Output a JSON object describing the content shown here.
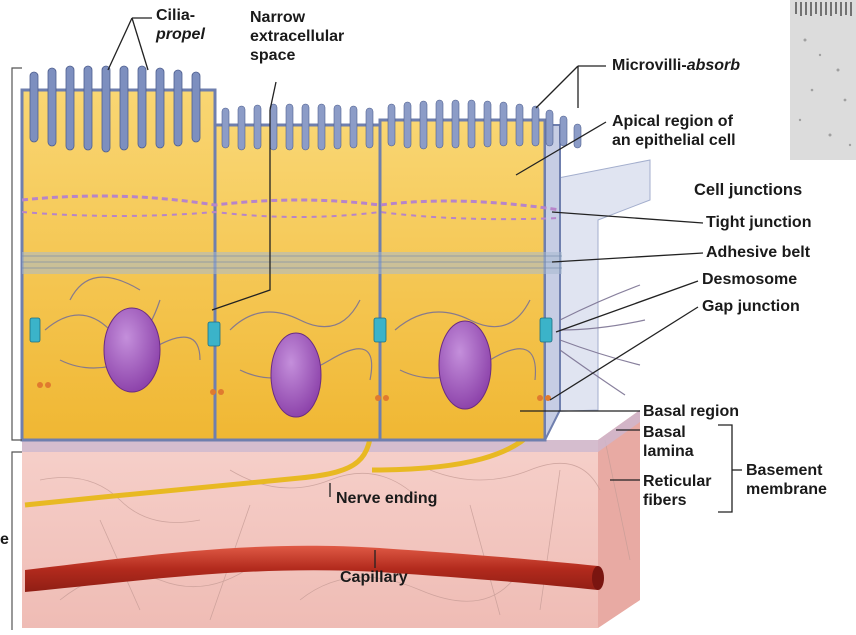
{
  "labels": {
    "cilia_prefix": "Cilia-",
    "cilia_italic": "propel",
    "narrow_1": "Narrow",
    "narrow_2": "extracellular",
    "narrow_3": "space",
    "microvilli_prefix": "Microvilli-",
    "microvilli_italic": "absorb",
    "apical_1": "Apical region of",
    "apical_2": "an epithelial cell",
    "cell_junctions": "Cell junctions",
    "tight_junction": "Tight junction",
    "adhesive_belt": "Adhesive belt",
    "desmosome": "Desmosome",
    "gap_junction": "Gap junction",
    "basal_region": "Basal region",
    "basal_lamina_1": "Basal",
    "basal_lamina_2": "lamina",
    "reticular_1": "Reticular",
    "reticular_2": "fibers",
    "basement_1": "Basement",
    "basement_2": "membrane",
    "nerve_ending": "Nerve ending",
    "capillary": "Capillary",
    "left_cut": "e"
  },
  "colors": {
    "cell_fill": "#f5c445",
    "membrane": "#6f7fae",
    "cilia": "#7d8fbf",
    "nucleus": "#9a4fb8",
    "connective": "#f2c5c0",
    "capillary": "#c0392b",
    "nerve": "#e8b923",
    "lamina": "#d9d3e6",
    "line": "#222222"
  }
}
